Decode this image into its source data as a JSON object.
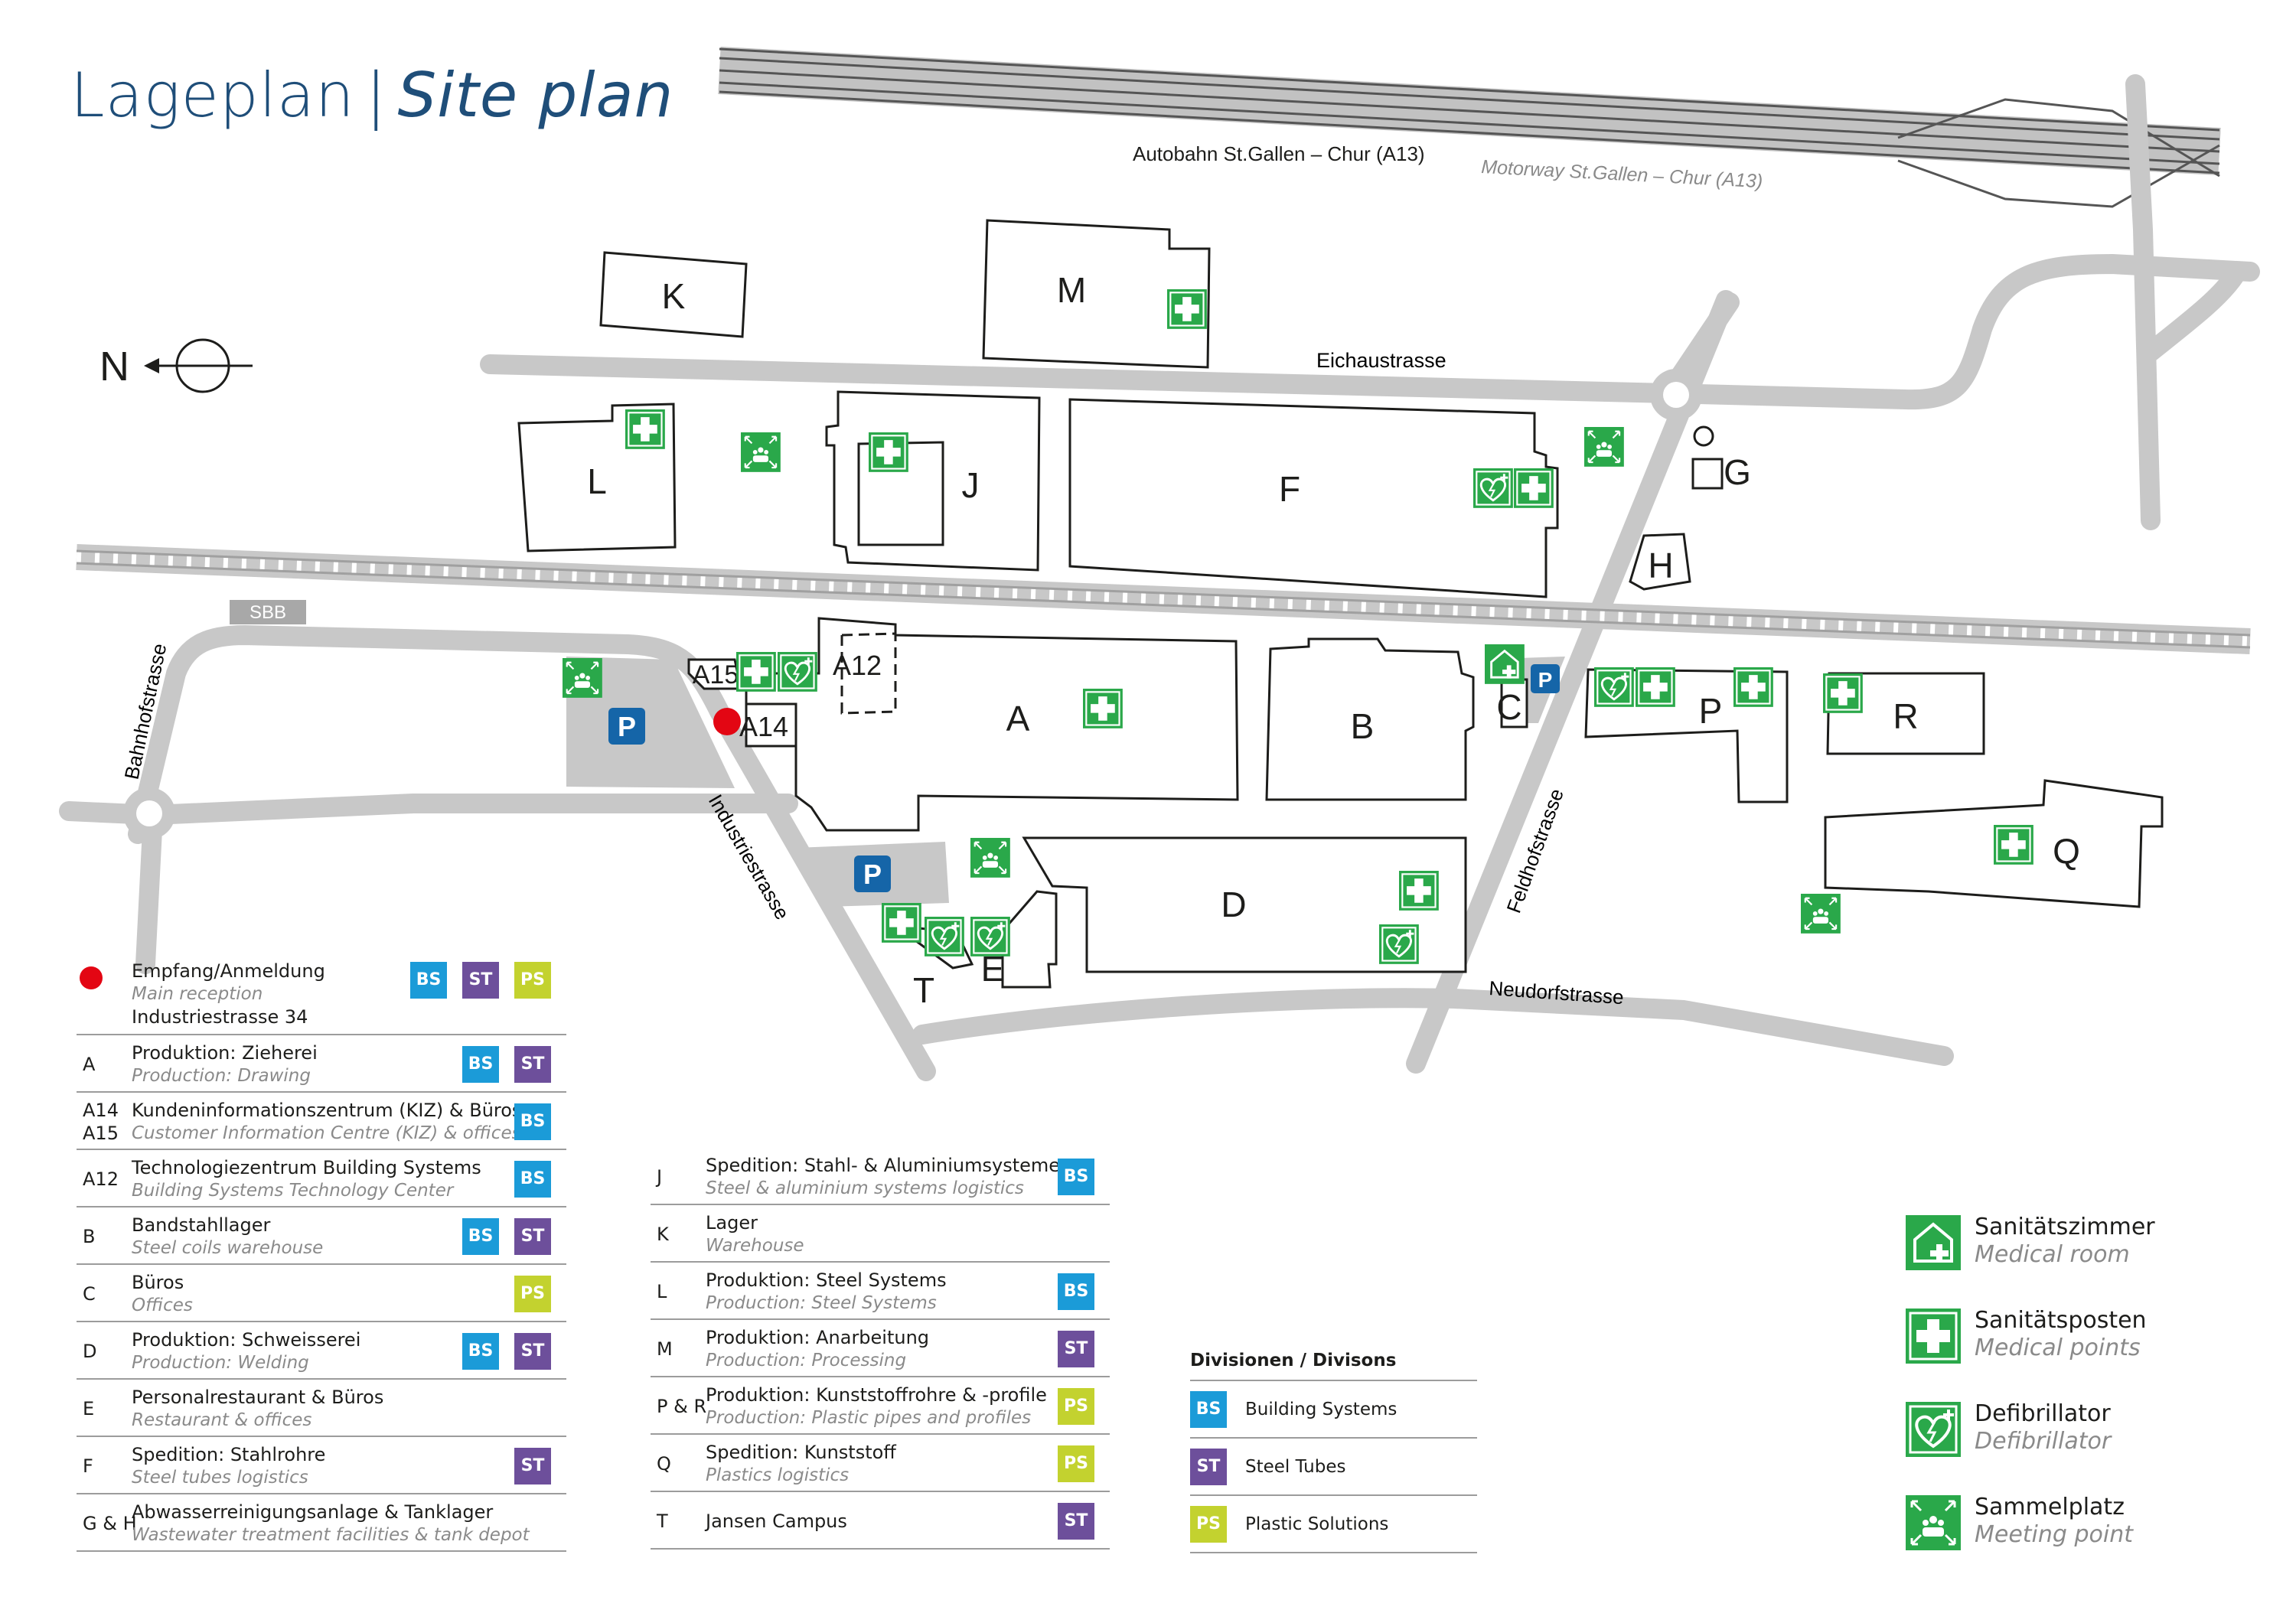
{
  "title": {
    "de": "Lageplan",
    "sep": "|",
    "en": "Site plan"
  },
  "compass": {
    "label": "N"
  },
  "roads": {
    "autobahn_de": "Autobahn St.Gallen – Chur (A13)",
    "autobahn_en": "Motorway St.Gallen – Chur (A13)",
    "eichaustrasse": "Eichaustrasse",
    "sbb": "SBB",
    "bahnhofstrasse": "Bahnhofstrasse",
    "industriestrasse": "Industriestrasse",
    "feldhofstrasse": "Feldhofstrasse",
    "neudorfstrasse": "Neudorfstrasse"
  },
  "buildings": {
    "K": "K",
    "M": "M",
    "L": "L",
    "J": "J",
    "F": "F",
    "G": "G",
    "H": "H",
    "A": "A",
    "A12": "A12",
    "A14": "A14",
    "A15": "A15",
    "B": "B",
    "C": "C",
    "P": "P",
    "R": "R",
    "Q": "Q",
    "D": "D",
    "E": "E",
    "T": "T"
  },
  "parking_label": "P",
  "legend_left": [
    {
      "code": "",
      "de": "Empfang/Anmeldung",
      "en": "Main reception",
      "extra": "Industriestrasse 34",
      "badges": [
        "BS",
        "ST",
        "PS"
      ]
    },
    {
      "code": "A",
      "de": "Produktion: Zieherei",
      "en": "Production: Drawing",
      "badges": [
        "BS",
        "ST"
      ]
    },
    {
      "code": "A14\nA15",
      "de": "Kundeninformationszentrum (KIZ) & Büros",
      "en": "Customer Information Centre (KIZ) & offices",
      "badges": [
        "BS"
      ]
    },
    {
      "code": "A12",
      "de": "Technologiezentrum Building Systems",
      "en": "Building Systems Technology Center",
      "badges": [
        "BS"
      ]
    },
    {
      "code": "B",
      "de": "Bandstahllager",
      "en": "Steel coils warehouse",
      "badges": [
        "BS",
        "ST"
      ]
    },
    {
      "code": "C",
      "de": "Büros",
      "en": "Offices",
      "badges": [
        "PS"
      ]
    },
    {
      "code": "D",
      "de": "Produktion: Schweisserei",
      "en": "Production: Welding",
      "badges": [
        "BS",
        "ST"
      ]
    },
    {
      "code": "E",
      "de": "Personalrestaurant & Büros",
      "en": "Restaurant & offices",
      "badges": []
    },
    {
      "code": "F",
      "de": "Spedition: Stahlrohre",
      "en": "Steel tubes logistics",
      "badges": [
        "ST"
      ]
    },
    {
      "code": "G & H",
      "de": "Abwasserreinigungsanlage & Tanklager",
      "en": "Wastewater treatment facilities & tank depot",
      "badges": []
    }
  ],
  "legend_mid": [
    {
      "code": "J",
      "de": "Spedition: Stahl- & Aluminiumsysteme",
      "en": "Steel & aluminium systems logistics",
      "badges": [
        "BS"
      ]
    },
    {
      "code": "K",
      "de": "Lager",
      "en": "Warehouse",
      "badges": []
    },
    {
      "code": "L",
      "de": "Produktion: Steel Systems",
      "en": "Production: Steel Systems",
      "badges": [
        "BS"
      ]
    },
    {
      "code": "M",
      "de": "Produktion: Anarbeitung",
      "en": "Production: Processing",
      "badges": [
        "ST"
      ]
    },
    {
      "code": "P & R",
      "de": "Produktion: Kunststoffrohre & -profile",
      "en": "Production: Plastic pipes and profiles",
      "badges": [
        "PS"
      ]
    },
    {
      "code": "Q",
      "de": "Spedition: Kunststoff",
      "en": "Plastics logistics",
      "badges": [
        "PS"
      ]
    },
    {
      "code": "T",
      "de": "Jansen Campus",
      "en": "",
      "badges": [
        "ST"
      ]
    }
  ],
  "divisions": {
    "title": "Divisionen / Divisons",
    "items": [
      {
        "badge": "BS",
        "name": "Building Systems"
      },
      {
        "badge": "ST",
        "name": "Steel Tubes"
      },
      {
        "badge": "PS",
        "name": "Plastic Solutions"
      }
    ]
  },
  "symbols": [
    {
      "icon": "medical-room-icon",
      "de": "Sanitätszimmer",
      "en": "Medical room"
    },
    {
      "icon": "first-aid-icon",
      "de": "Sanitätsposten",
      "en": "Medical points"
    },
    {
      "icon": "defibrillator-icon",
      "de": "Defibrillator",
      "en": "Defibrillator"
    },
    {
      "icon": "meeting-point-icon",
      "de": "Sammelplatz",
      "en": "Meeting point"
    }
  ],
  "colors": {
    "BS": "#1b9bd8",
    "ST": "#6d4f9b",
    "PS": "#c3d22f",
    "green": "#2aa84a",
    "reception": "#e30613",
    "title": "#1f4e79",
    "parking": "#1565a8"
  }
}
